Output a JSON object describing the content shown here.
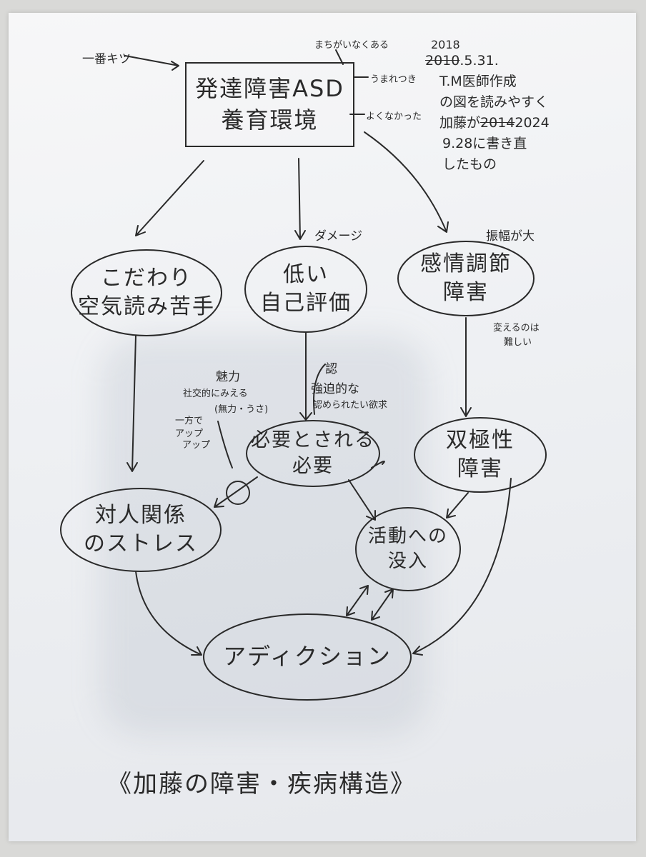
{
  "nodes": {
    "root": {
      "line1": "発達障害ASD",
      "line2": "養育環境"
    },
    "kodawari": {
      "line1": "こだわり",
      "line2": "空気読み苦手"
    },
    "self_esteem": {
      "line1": "低い",
      "line2": "自己評価"
    },
    "emotion": {
      "line1": "感情調節",
      "line2": "障害"
    },
    "needed": {
      "line1": "必要とされる",
      "line2": "必要"
    },
    "bipolar": {
      "line1": "双極性",
      "line2": "障害"
    },
    "interpersonal": {
      "line1": "対人関係",
      "line2": "のストレス"
    },
    "immersion": {
      "line1": "活動への",
      "line2": "没入"
    },
    "addiction": {
      "label": "アディクション"
    }
  },
  "annotations": {
    "hardest": "一番キツ",
    "definitely": "まちがいなくある",
    "innate": "うまれつき",
    "not_good": "よくなかった",
    "damage": "ダメージ",
    "amplitude": "振幅が大",
    "hard_to_change_1": "変えるのは",
    "hard_to_change_2": "難しい",
    "charm": "魅力",
    "sociable": "社交的にみえる",
    "sociable_paren": "(無力・うさ)",
    "meanwhile": "一方で",
    "upup1": "アップ",
    "upup2": "アップ",
    "recog": "認",
    "compulsive": "強迫的な",
    "want_recog": "認められたい欲求"
  },
  "note": {
    "year_new": "2018",
    "year_old": "2010",
    "date": ".5.31.",
    "line1": "T.M医師作成",
    "line2": "の図を読みやすく",
    "line3a": "加藤が",
    "line3_struck": "2014",
    "line3b": "2024",
    "line4": "9.28に書き直",
    "line5": "したもの"
  },
  "title": "《加藤の障害・疾病構造》"
}
